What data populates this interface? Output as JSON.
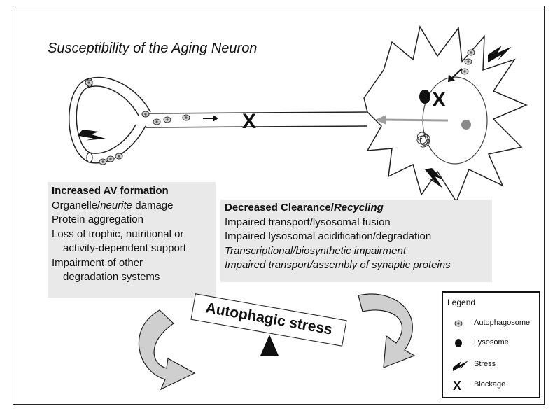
{
  "title": "Susceptibility of the Aging Neuron",
  "av_formation": {
    "heading": "Increased AV formation",
    "line1_a": "Organelle/",
    "line1_b": "neurite",
    "line1_c": " damage",
    "line2": "Protein aggregation",
    "line3": "Loss of trophic, nutritional or",
    "line4": "activity-dependent support",
    "line5": "Impairment of other",
    "line6": "degradation systems"
  },
  "clearance": {
    "heading_a": "Decreased Clearance/",
    "heading_b": "Recycling",
    "line1": "Impaired transport/lysosomal fusion",
    "line2": "Impaired lysosomal acidification/degradation",
    "line3": "Transcriptional/biosynthetic impairment",
    "line4": "Impaired transport/assembly of synaptic proteins"
  },
  "balance_label": "Autophagic stress",
  "blockage_mark": "X",
  "legend": {
    "title": "Legend",
    "items": [
      {
        "label": "Autophagosome",
        "icon": "autophagosome-icon"
      },
      {
        "label": "Lysosome",
        "icon": "lysosome-icon"
      },
      {
        "label": "Stress",
        "icon": "lightning-icon"
      },
      {
        "label": "Blockage",
        "icon": "blockage-x-icon"
      }
    ]
  },
  "colors": {
    "autophagosome": "#9a9a9a",
    "text_box_bg": "#e9e9e9",
    "arrow_gray": "#b5b5b5",
    "nucleus_dot": "#8a8a8a"
  }
}
